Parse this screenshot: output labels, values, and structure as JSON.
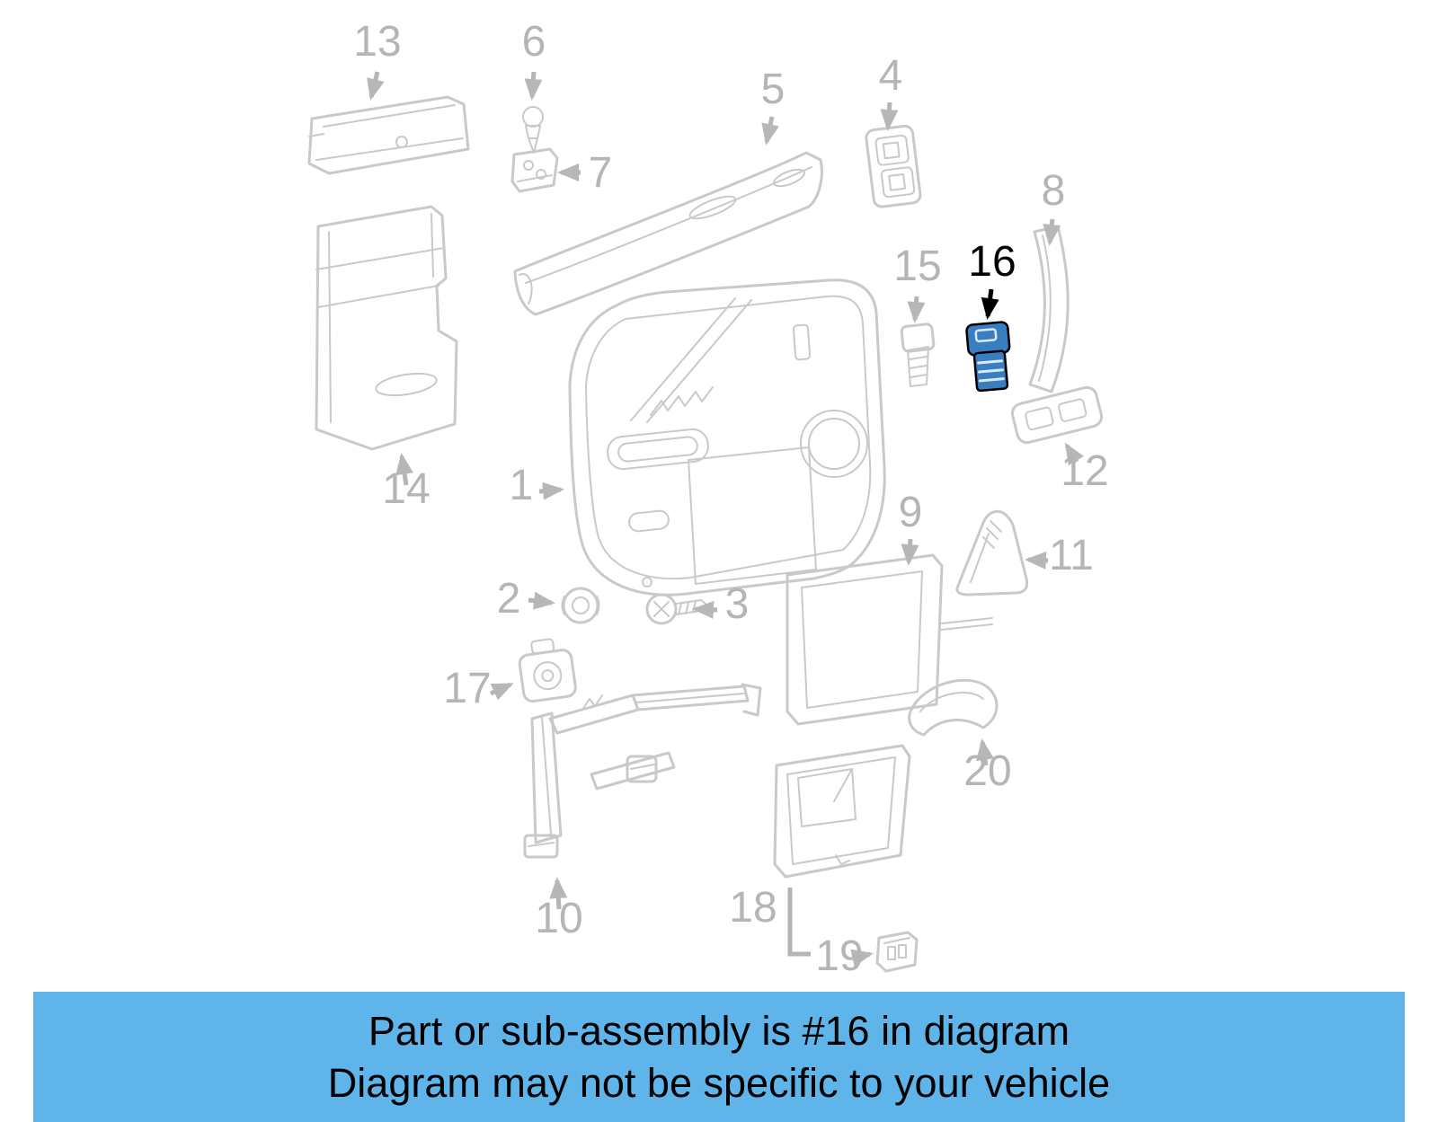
{
  "colors": {
    "background": "#ffffff",
    "diagram_line": "#c9c9c9",
    "label": "#b5b5b5",
    "highlight": "#3a7ec2",
    "highlight_dark": "#000000",
    "banner_bg": "#5fb4ea",
    "banner_text": "#000000"
  },
  "diagram": {
    "highlighted_part": "16",
    "parts": [
      {
        "number": 1,
        "label": "1",
        "highlighted": false
      },
      {
        "number": 2,
        "label": "2",
        "highlighted": false
      },
      {
        "number": 3,
        "label": "3",
        "highlighted": false
      },
      {
        "number": 4,
        "label": "4",
        "highlighted": false
      },
      {
        "number": 5,
        "label": "5",
        "highlighted": false
      },
      {
        "number": 6,
        "label": "6",
        "highlighted": false
      },
      {
        "number": 7,
        "label": "7",
        "highlighted": false
      },
      {
        "number": 8,
        "label": "8",
        "highlighted": false
      },
      {
        "number": 9,
        "label": "9",
        "highlighted": false
      },
      {
        "number": 10,
        "label": "10",
        "highlighted": false
      },
      {
        "number": 11,
        "label": "11",
        "highlighted": false
      },
      {
        "number": 12,
        "label": "12",
        "highlighted": false
      },
      {
        "number": 13,
        "label": "13",
        "highlighted": false
      },
      {
        "number": 14,
        "label": "14",
        "highlighted": false
      },
      {
        "number": 15,
        "label": "15",
        "highlighted": false
      },
      {
        "number": 16,
        "label": "16",
        "highlighted": true
      },
      {
        "number": 17,
        "label": "17",
        "highlighted": false
      },
      {
        "number": 18,
        "label": "18",
        "highlighted": false
      },
      {
        "number": 19,
        "label": "19",
        "highlighted": false
      },
      {
        "number": 20,
        "label": "20",
        "highlighted": false
      }
    ]
  },
  "banner": {
    "line1": "Part or sub-assembly is #16 in diagram",
    "line2": "Diagram may not be specific to your vehicle"
  }
}
